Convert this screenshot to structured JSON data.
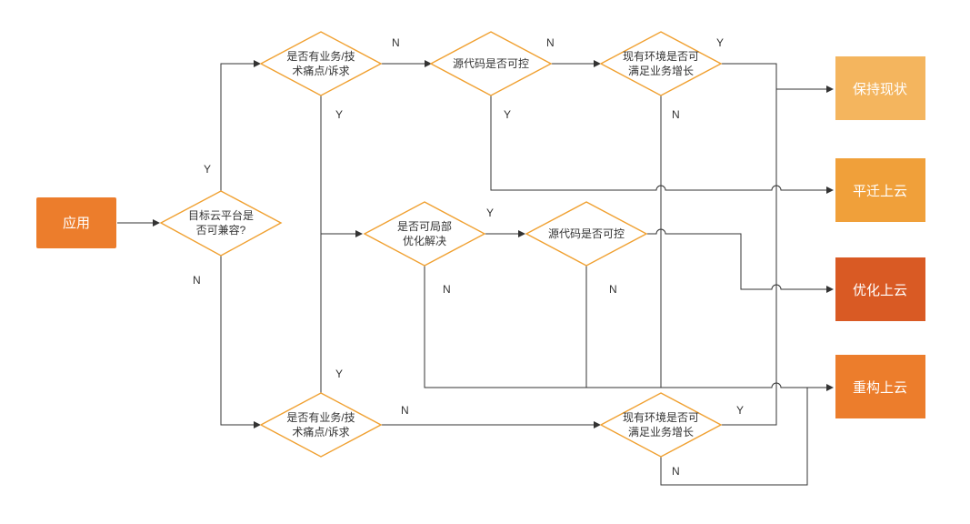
{
  "nodes": {
    "start": {
      "label": "应用",
      "color": "#ec7d2c"
    },
    "compat": {
      "lines": [
        "目标云平台是",
        "否可兼容?"
      ]
    },
    "biz_top": {
      "lines": [
        "是否有业务/技",
        "术痛点/诉求"
      ]
    },
    "src_top": {
      "lines": [
        "源代码是否可控"
      ]
    },
    "env_top": {
      "lines": [
        "现有环境是否可",
        "满足业务增长"
      ]
    },
    "local_opt": {
      "lines": [
        "是否可局部",
        "优化解决"
      ]
    },
    "src_mid": {
      "lines": [
        "源代码是否可控"
      ]
    },
    "biz_bottom": {
      "lines": [
        "是否有业务/技",
        "术痛点/诉求"
      ]
    },
    "env_bottom": {
      "lines": [
        "现有环境是否可",
        "满足业务增长"
      ]
    },
    "keep": {
      "label": "保持现状",
      "color": "#f4b55e"
    },
    "rehost": {
      "label": "平迁上云",
      "color": "#f0a03a"
    },
    "replatform": {
      "label": "优化上云",
      "color": "#d95a24"
    },
    "refactor": {
      "label": "重构上云",
      "color": "#ec7d2c"
    }
  },
  "edge_labels": {
    "y": "Y",
    "n": "N"
  },
  "colors": {
    "diamond_stroke": "#f0a030",
    "line": "#333333"
  }
}
